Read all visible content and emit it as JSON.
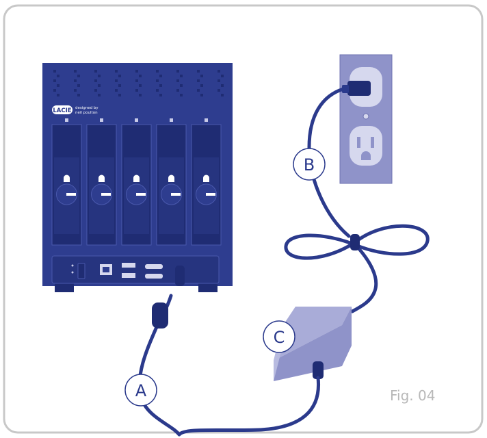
{
  "figure": {
    "caption": "Fig. 04"
  },
  "device": {
    "brand": "LACIE",
    "designer": [
      "designed by",
      "neil poulton"
    ],
    "bay_count": 5
  },
  "callouts": [
    {
      "id": "A",
      "label": "A",
      "target": "dc-power-cable"
    },
    {
      "id": "B",
      "label": "B",
      "target": "ac-power-cord-to-outlet"
    },
    {
      "id": "C",
      "label": "C",
      "target": "power-adapter"
    }
  ],
  "colors": {
    "device": "#2e3d8f",
    "device_dark": "#1f2c73",
    "cable": "#2b3a8c",
    "wall_plate": "#8f93c9",
    "adapter": "#a9acd8",
    "frame_border": "#c8c8c8",
    "caption": "#b8b8b8"
  }
}
